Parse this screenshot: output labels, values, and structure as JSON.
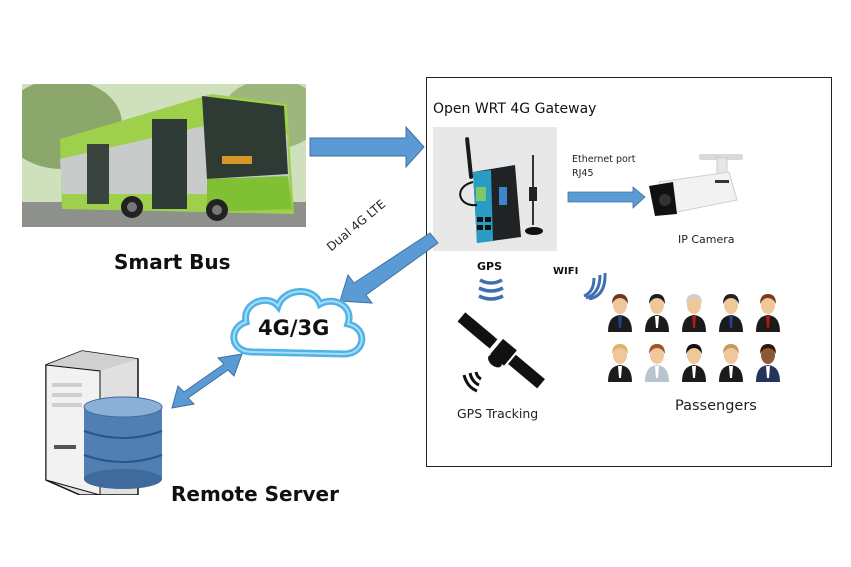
{
  "diagram": {
    "bus": {
      "label": "Smart Bus",
      "image": "green-city-bus-photo"
    },
    "gateway": {
      "title": "Open WRT 4G Gateway",
      "device_image": "industrial-4g-router-with-antennas",
      "ethernet_label_line1": "Ethernet port",
      "ethernet_label_line2": "RJ45",
      "camera_label": "IP Camera",
      "gps_label": "GPS",
      "wifi_label": "WIFI",
      "gps_tracking_label": "GPS Tracking",
      "passengers_label": "Passengers",
      "passenger_count": 10
    },
    "link": {
      "label": "Dual 4G LTE"
    },
    "cloud": {
      "label": "4G/3G"
    },
    "server": {
      "label": "Remote Server"
    },
    "colors": {
      "arrow_fill": "#5b9bd5",
      "arrow_stroke": "#41719c",
      "cloud_stroke": "#4fb3e8",
      "cloud_fill": "#ffffff",
      "signal_blue": "#3f6fb0",
      "box_border": "#222222"
    }
  }
}
